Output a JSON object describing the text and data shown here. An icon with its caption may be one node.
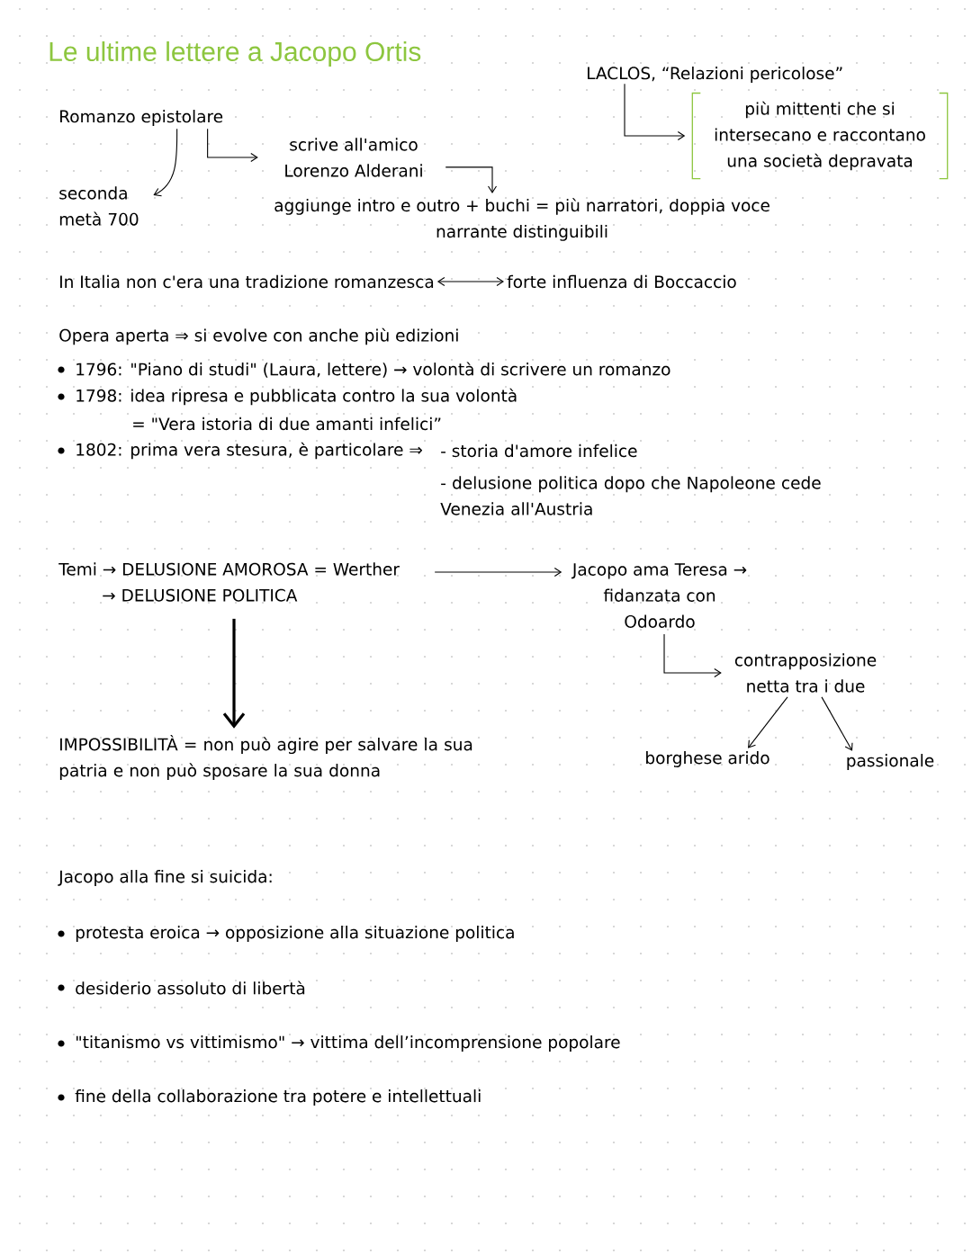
{
  "diagram": {
    "title": "Le ultime lettere a Jacopo Ortis",
    "nodes": [
      {
        "text": [
          "Romanzo epistolare"
        ]
      },
      {
        "text": [
          "seconda metà 700"
        ]
      },
      {
        "text": [
          "scrive all'amico Lorenzo Alderani"
        ]
      },
      {
        "text": [
          "aggiunge intro e outro + buchi = più narratori, doppia voce narrante distinguibili"
        ]
      },
      {
        "text": [
          "LACLOS, “Relazioni pericolose”"
        ]
      },
      {
        "text": [
          "più mittenti che si intersecano e raccontano una società depravata"
        ]
      },
      {
        "text": [
          "In Italia non c'era una tradizione romanzesca"
        ]
      },
      {
        "text": [
          "forte influenza di Boccaccio"
        ]
      },
      {
        "text": [
          "Temi → DELUSIONE AMOROSA = Werther",
          "→ DELUSIONE POLITICA"
        ]
      },
      {
        "text": [
          "Jacopo ama Teresa → fidanzata con Odoardo"
        ]
      },
      {
        "text": [
          "contrapposizione netta tra i due"
        ]
      },
      {
        "text": [
          "borghese arido"
        ]
      },
      {
        "text": [
          "passionale"
        ]
      },
      {
        "text": [
          "IMPOSSIBILITÀ = non può agire per salvare la sua patria e non può sposare la sua donna"
        ]
      }
    ],
    "edges": [
      {
        "from": 0,
        "to": 1,
        "arrow": "to"
      },
      {
        "from": 0,
        "to": 2,
        "arrow": "to"
      },
      {
        "from": 2,
        "to": 3,
        "arrow": "to"
      },
      {
        "from": 4,
        "to": 5,
        "arrow": "to"
      },
      {
        "from": 6,
        "to": 7,
        "arrow": "both"
      },
      {
        "from": 8,
        "to": 9,
        "arrow": "to"
      },
      {
        "from": 8,
        "to": 13,
        "arrow": "to",
        "style": "thick"
      },
      {
        "from": 9,
        "to": 10,
        "arrow": "to"
      },
      {
        "from": 10,
        "to": 11,
        "arrow": "to"
      },
      {
        "from": 10,
        "to": 12,
        "arrow": "to"
      }
    ],
    "labels": [
      "Opera aperta ⇒ si evolve con anche più edizioni",
      "1796: \"Piano di studi\" (Laura, lettere) → volontà di scrivere un romanzo",
      "1798: idea ripresa e pubblicata contro la sua volontà",
      "= \"Vera istoria di due amanti infelici”",
      "1802: prima vera stesura, è particolare ⇒",
      "- storia d'amore infelice",
      "- delusione politica dopo che Napoleone cede Venezia all'Austria",
      "Jacopo alla fine si suicida:",
      "protesta eroica → opposizione alla situazione politica",
      "desiderio assoluto di libertà",
      "\"titanismo vs vittimismo\" → vittima dell’incomprensione popolare",
      "fine della collaborazione tra potere e intellettuali"
    ]
  }
}
